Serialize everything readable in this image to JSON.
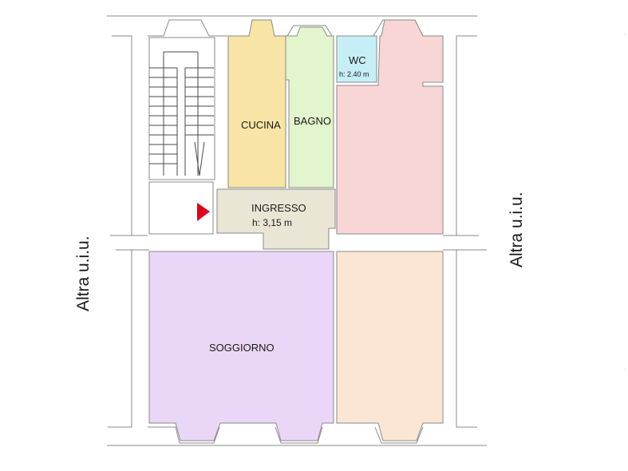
{
  "plan": {
    "rooms": {
      "cucina": {
        "label": "CUCINA",
        "color": "#f8e4a4"
      },
      "bagno": {
        "label": "BAGNO",
        "color": "#e2f5cc"
      },
      "wc": {
        "label": "WC",
        "height": "h: 2.40 m",
        "color": "#c6eef6"
      },
      "ingresso": {
        "label": "INGRESSO",
        "height": "h: 3,15 m",
        "color": "#eae6d6"
      },
      "soggiorno": {
        "label": "SOGGIORNO",
        "color": "#ead6f6"
      },
      "camera_nord": {
        "color": "#f9d6d6"
      },
      "camera_sud": {
        "color": "#fbe6d3"
      }
    },
    "neighbors": {
      "left": "Altra u.i.u.",
      "right": "Altra u.i.u."
    },
    "entrance_arrow_color": "#e0001c",
    "wall_color": "#8a8a8a",
    "stair_line_color": "#4a4a4a"
  }
}
